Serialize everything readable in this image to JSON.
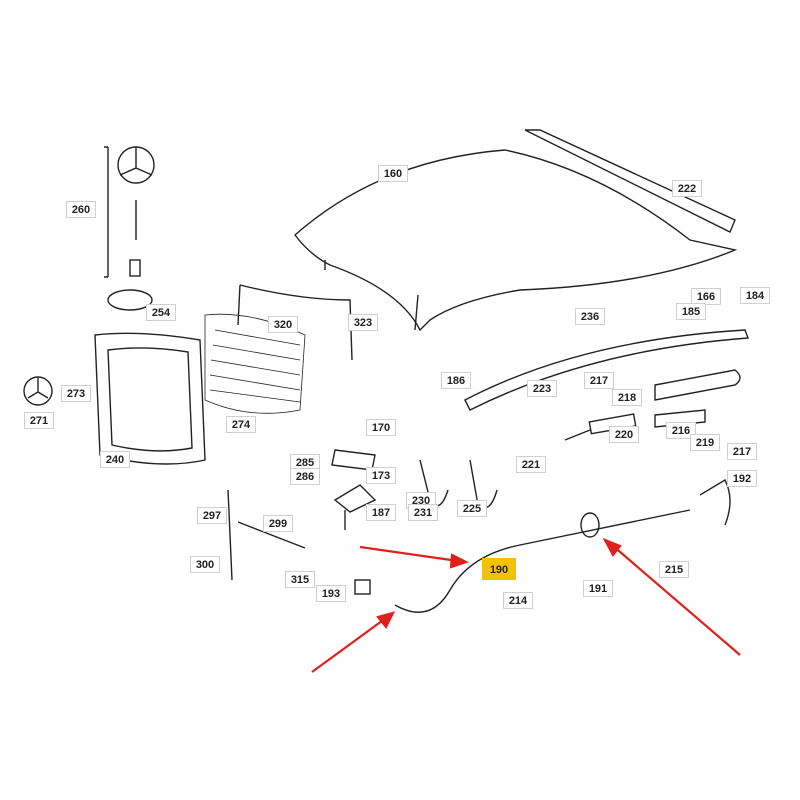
{
  "diagram": {
    "highlight_color": "#f2c200",
    "arrow_color": "#e0201b",
    "highlighted_part": "190",
    "labels": [
      "160",
      "222",
      "260",
      "254",
      "320",
      "323",
      "236",
      "166",
      "184",
      "185",
      "186",
      "217",
      "218",
      "223",
      "273",
      "271",
      "274",
      "240",
      "170",
      "285",
      "286",
      "173",
      "187",
      "230",
      "231",
      "225",
      "221",
      "220",
      "216",
      "219",
      "217",
      "192",
      "297",
      "299",
      "300",
      "315",
      "193",
      "190",
      "214",
      "191",
      "215"
    ]
  }
}
